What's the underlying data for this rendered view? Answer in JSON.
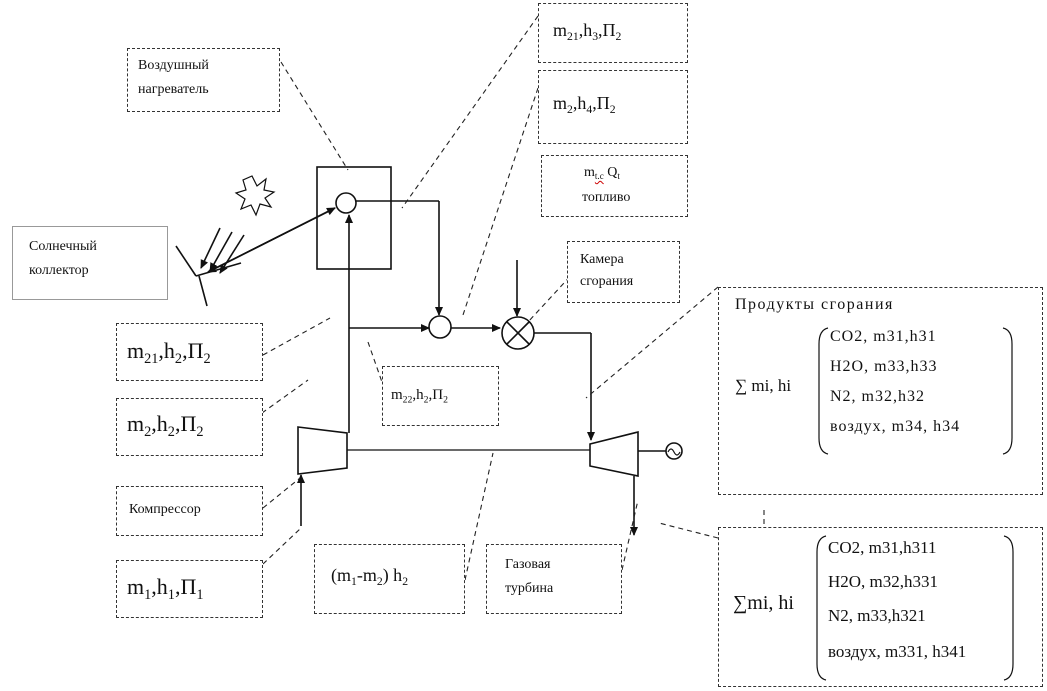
{
  "labels": {
    "air_heater": [
      "Воздушный",
      "нагреватель"
    ],
    "solar_collector": [
      "Солнечный",
      "коллектор"
    ],
    "combustion_chamber": [
      "Камера",
      "сгорания"
    ],
    "compressor": "Компрессор",
    "gas_turbine": [
      "Газовая",
      "турбина"
    ],
    "fuel": "топливо"
  },
  "streams": {
    "top_right_1": "m21,h3,П2",
    "top_right_2": "m2,h4,П2",
    "fuel_flow": "mt.c Qt",
    "left_1": "m21,h2,П2",
    "left_2": "m2,h2,П2",
    "mid_split": "m22,h2,П2",
    "inlet": "m1,h1,П1",
    "shaft": "(m1-m2)h2"
  },
  "products": {
    "title": "Продукты сгорания",
    "sum_label": "∑ mi, hi",
    "rows": [
      "CO2, m31,h31",
      "H2O, m33,h33",
      "N2, m32,h32",
      "воздух, m34, h34"
    ]
  },
  "exhaust": {
    "sum_label": "∑mi, hi",
    "rows": [
      "CO2, m31,h311",
      "H2O, m32,h331",
      "N2, m33,h321",
      "воздух, m331, h341"
    ]
  }
}
